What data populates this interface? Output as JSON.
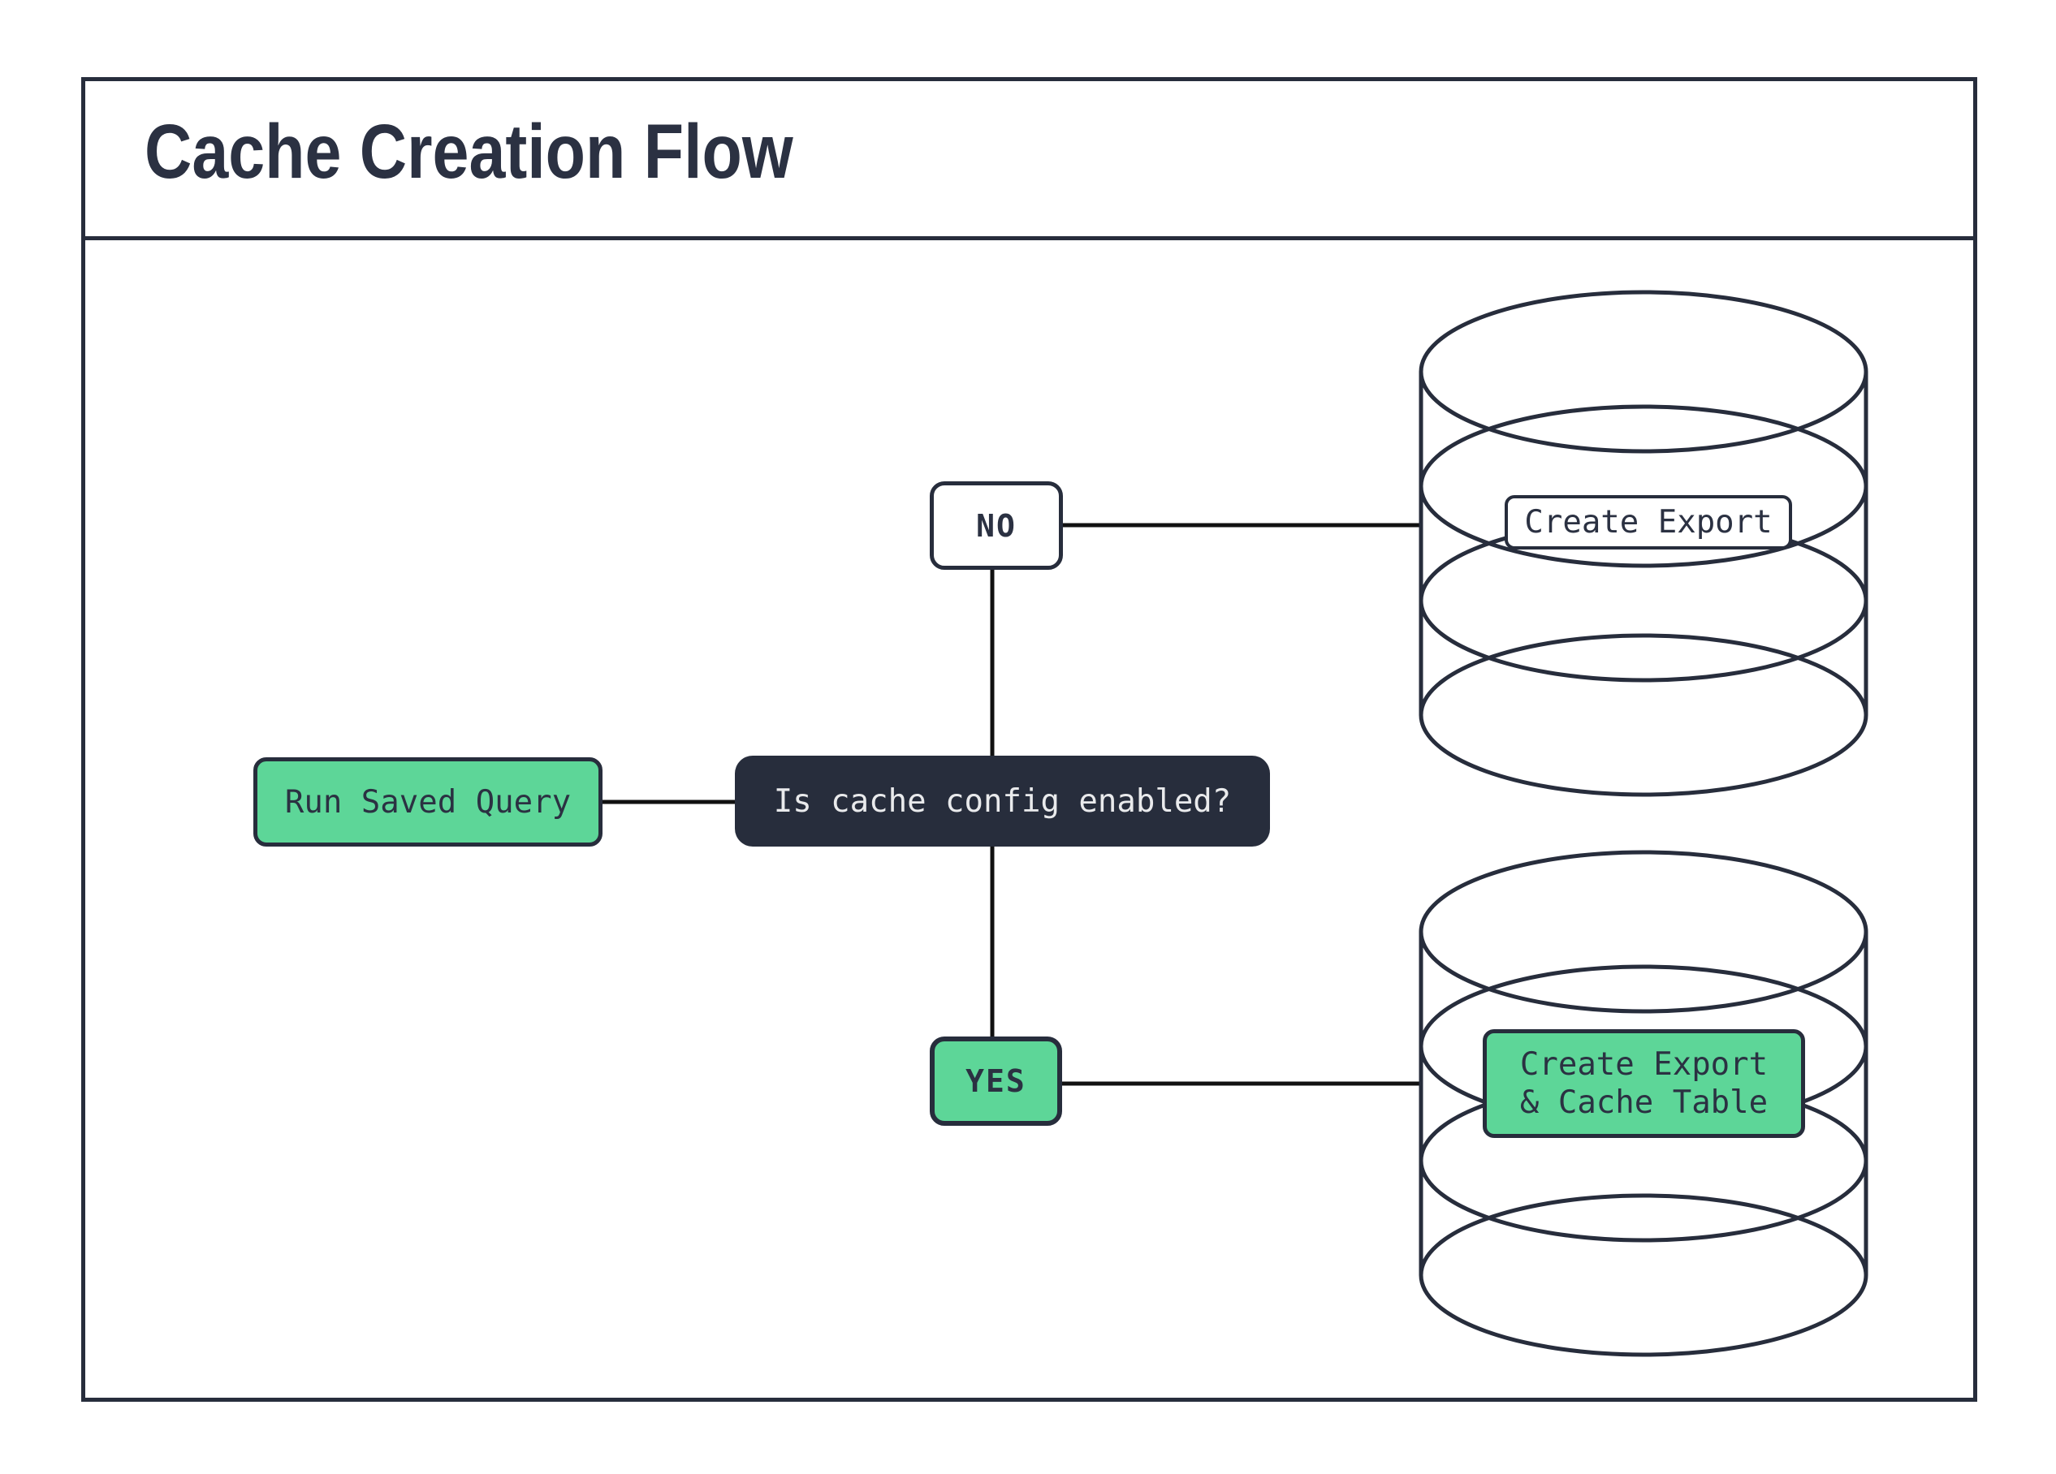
{
  "title": "Cache Creation Flow",
  "nodes": {
    "start": {
      "label": "Run Saved Query",
      "type": "process",
      "color": "green"
    },
    "decision": {
      "label": "Is cache config enabled?",
      "type": "decision",
      "color": "navy"
    },
    "branch_no": {
      "label": "NO",
      "type": "branch"
    },
    "branch_yes": {
      "label": "YES",
      "type": "branch"
    },
    "outcome_no": {
      "label": "Create Export",
      "icon": "database-cylinder-icon",
      "color": "white"
    },
    "outcome_yes": {
      "label": "Create Export\n& Cache Table",
      "icon": "database-cylinder-icon",
      "color": "green"
    }
  },
  "edges": [
    {
      "from": "start",
      "to": "decision"
    },
    {
      "from": "decision",
      "to": "branch_no"
    },
    {
      "from": "decision",
      "to": "branch_yes"
    },
    {
      "from": "branch_no",
      "to": "outcome_no"
    },
    {
      "from": "branch_yes",
      "to": "outcome_yes"
    }
  ],
  "colors": {
    "background": "#ffffff",
    "navy": "#272d3c",
    "green": "#5dd698",
    "connector": "#111111",
    "light_text": "#e9eaec",
    "dark_text": "#2b3142"
  }
}
